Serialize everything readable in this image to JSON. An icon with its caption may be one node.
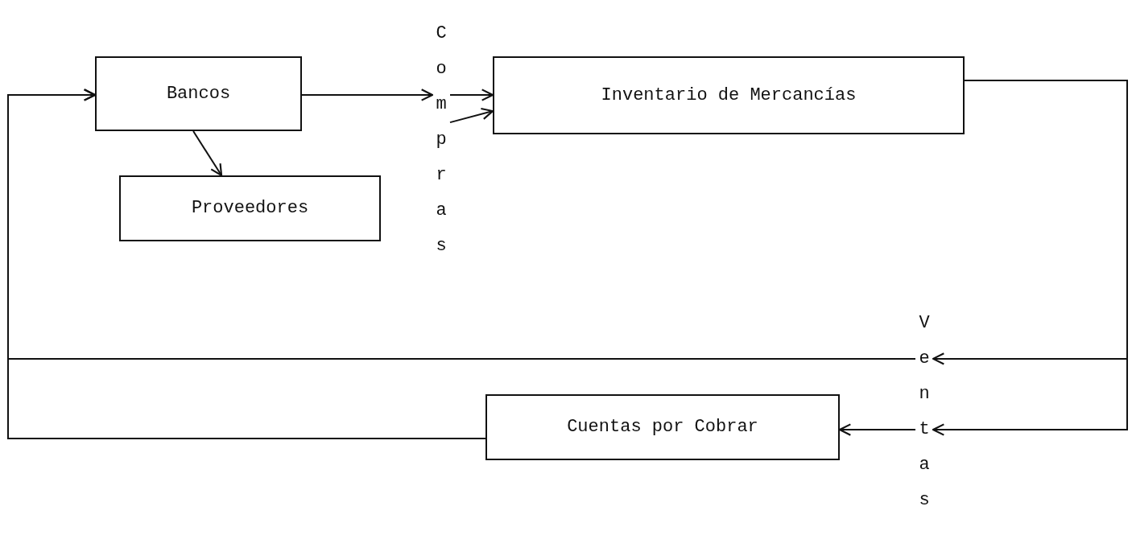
{
  "diagram": {
    "nodes": [
      {
        "text": [
          "Bancos"
        ]
      },
      {
        "text": [
          "Proveedores"
        ]
      },
      {
        "text": [
          "Compras"
        ]
      },
      {
        "text": [
          "Inventario de Mercancías"
        ]
      },
      {
        "text": [
          "Ventas"
        ]
      },
      {
        "text": [
          "Cuentas por Cobrar"
        ]
      }
    ],
    "edges": [
      {
        "from": 0,
        "to": 2,
        "arrow": "to"
      },
      {
        "from": 0,
        "to": 1,
        "arrow": "to"
      },
      {
        "from": 2,
        "to": 3,
        "arrow": "to"
      },
      {
        "from": 2,
        "to": 3,
        "arrow": "to"
      },
      {
        "from": 3,
        "to": 4,
        "arrow": "to"
      },
      {
        "from": 3,
        "to": 4,
        "arrow": "to"
      },
      {
        "from": 4,
        "to": 5,
        "arrow": "to"
      },
      {
        "from": 4,
        "to": 0,
        "arrow": "to"
      },
      {
        "from": 5,
        "to": 0,
        "arrow": "to"
      }
    ]
  }
}
